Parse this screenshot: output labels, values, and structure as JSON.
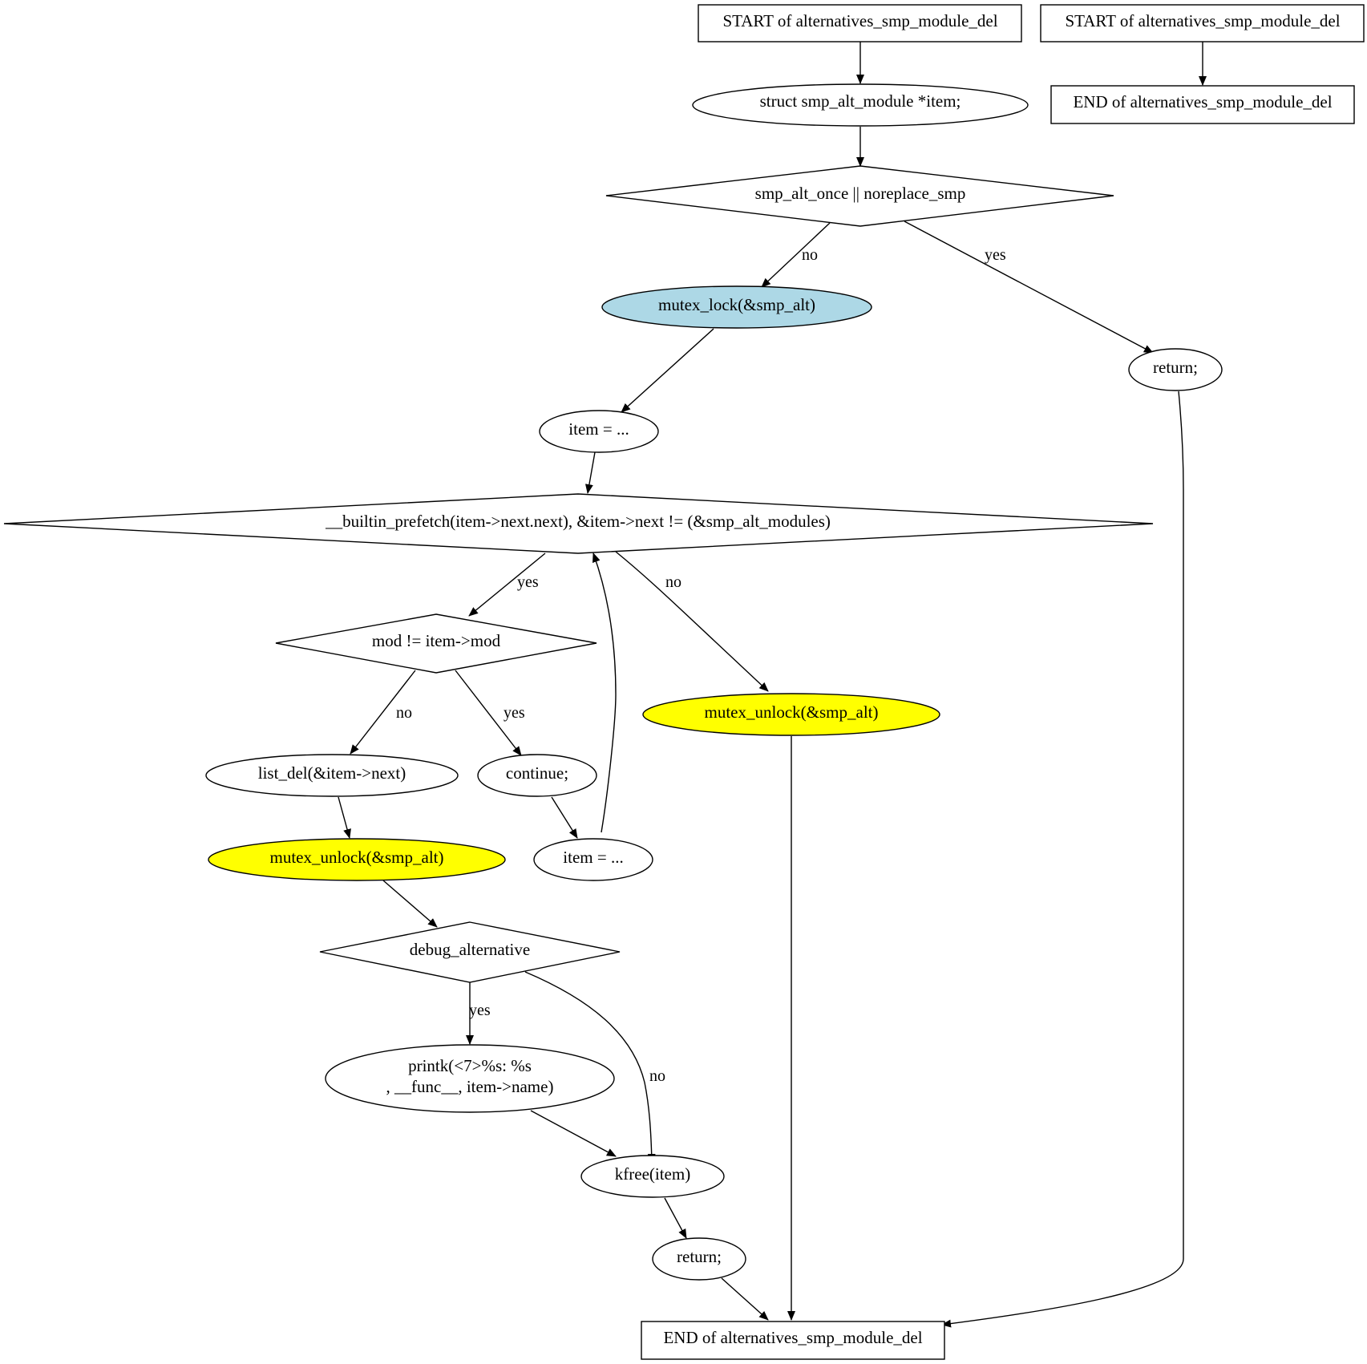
{
  "colors": {
    "default_fill": "#ffffff",
    "lock_fill": "#add8e6",
    "unlock_fill": "#ffff00",
    "stroke": "#000000"
  },
  "nodes": {
    "start_main": {
      "label": "START of alternatives_smp_module_del"
    },
    "start_alt": {
      "label": "START of alternatives_smp_module_del"
    },
    "end_alt": {
      "label": "END of alternatives_smp_module_del"
    },
    "decl_item": {
      "label": "struct smp_alt_module *item;"
    },
    "cond_once": {
      "label": "smp_alt_once || noreplace_smp"
    },
    "mutex_lock": {
      "label": "mutex_lock(&smp_alt)"
    },
    "return_early": {
      "label": "return;"
    },
    "item_init": {
      "label": "item = ..."
    },
    "loop_cond": {
      "label": "__builtin_prefetch(item->next.next), &item->next != (&smp_alt_modules)"
    },
    "cond_mod": {
      "label": "mod != item->mod"
    },
    "mutex_unlock_exit": {
      "label": "mutex_unlock(&smp_alt)"
    },
    "list_del": {
      "label": "list_del(&item->next)"
    },
    "continue_stmt": {
      "label": "continue;"
    },
    "mutex_unlock_found": {
      "label": "mutex_unlock(&smp_alt)"
    },
    "item_next": {
      "label": "item = ..."
    },
    "cond_debug": {
      "label": "debug_alternative"
    },
    "printk": {
      "line1": "printk(<7>%s: %s",
      "line2": ", __func__, item->name)"
    },
    "kfree": {
      "label": "kfree(item)"
    },
    "return_end": {
      "label": "return;"
    },
    "end_main": {
      "label": "END of alternatives_smp_module_del"
    }
  },
  "edge_labels": {
    "once_no": "no",
    "once_yes": "yes",
    "loop_yes": "yes",
    "loop_no": "no",
    "mod_no": "no",
    "mod_yes": "yes",
    "debug_yes": "yes",
    "debug_no": "no"
  }
}
